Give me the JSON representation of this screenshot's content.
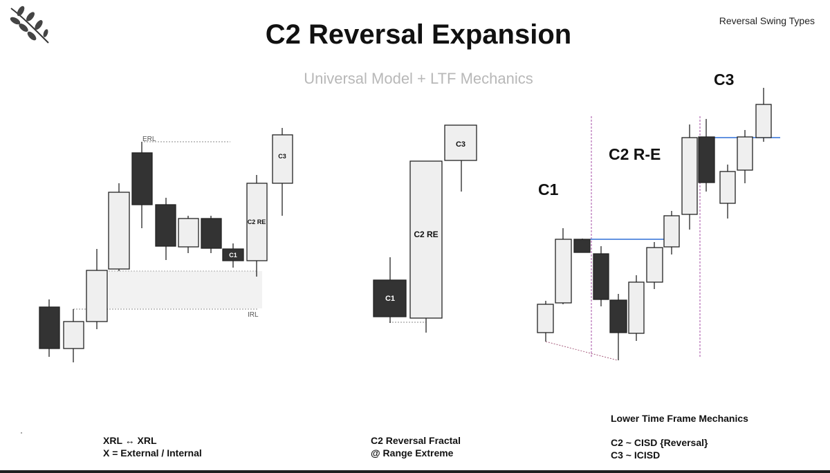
{
  "header": {
    "title": "C2 Reversal Expansion",
    "subtitle": "Universal Model + LTF Mechanics",
    "corner_label": "Reversal Swing Types"
  },
  "panel_left": {
    "erl_label": "ERL",
    "irl_label": "IRL",
    "c1_label": "C1",
    "c2_label": "C2 RE",
    "c3_label": "C3",
    "caption_line1": "XRL ↔ XRL",
    "caption_line2": "X = External / Internal"
  },
  "panel_middle": {
    "c1_label": "C1",
    "c2_label": "C2 RE",
    "c3_label": "C3",
    "caption_line1": "C2 Reversal Fractal",
    "caption_line2": "@ Range Extreme"
  },
  "panel_right": {
    "c1_label": "C1",
    "c2_label": "C2 R-E",
    "c3_label": "C3",
    "caption_heading": "Lower Time Frame Mechanics",
    "caption_line1": "C2 ~ CISD {Reversal}",
    "caption_line2": "C3 ~ ICISD"
  },
  "colors": {
    "bearish_body": "#333333",
    "bullish_body": "#efefef",
    "outline": "#222222",
    "blue_level": "#2f6fd6",
    "magenta_divider": "#a64ca6"
  }
}
